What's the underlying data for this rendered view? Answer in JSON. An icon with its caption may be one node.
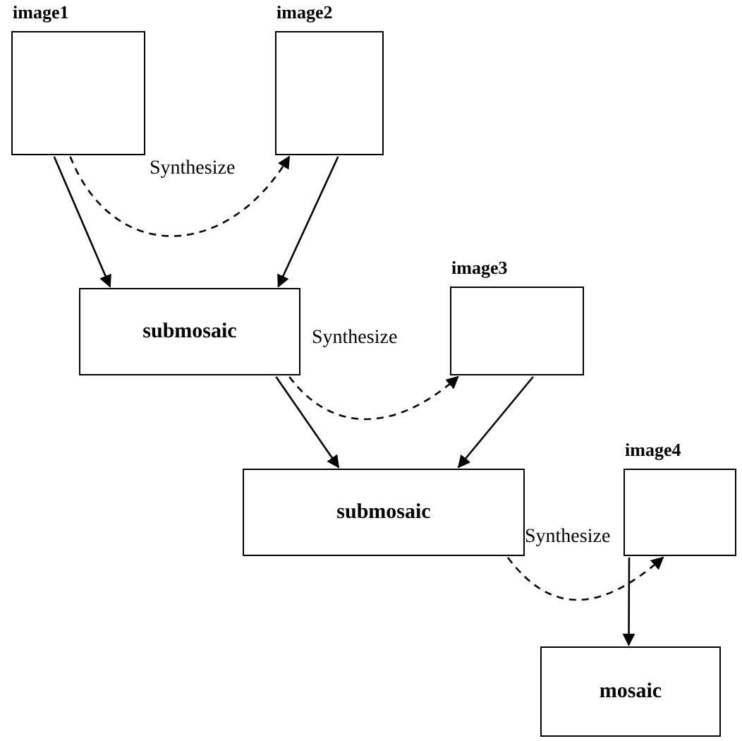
{
  "diagram": {
    "nodes": [
      {
        "text": [
          "image1"
        ]
      },
      {
        "text": [
          "image2"
        ]
      },
      {
        "text": [
          "submosaic"
        ]
      },
      {
        "text": [
          "image3"
        ]
      },
      {
        "text": [
          "submosaic"
        ]
      },
      {
        "text": [
          "image4"
        ]
      },
      {
        "text": [
          "mosaic"
        ]
      }
    ],
    "edges": [
      {
        "from": 0,
        "to": 1,
        "arrow": "to",
        "style": "dashed",
        "label": "Synthesize"
      },
      {
        "from": 0,
        "to": 2,
        "arrow": "to"
      },
      {
        "from": 1,
        "to": 2,
        "arrow": "to"
      },
      {
        "from": 2,
        "to": 3,
        "arrow": "to",
        "style": "dashed",
        "label": "Synthesize"
      },
      {
        "from": 2,
        "to": 4,
        "arrow": "to"
      },
      {
        "from": 3,
        "to": 4,
        "arrow": "to"
      },
      {
        "from": 4,
        "to": 5,
        "arrow": "to",
        "style": "dashed",
        "label": "Synthesize"
      },
      {
        "from": 5,
        "to": 6,
        "arrow": "to"
      }
    ]
  }
}
